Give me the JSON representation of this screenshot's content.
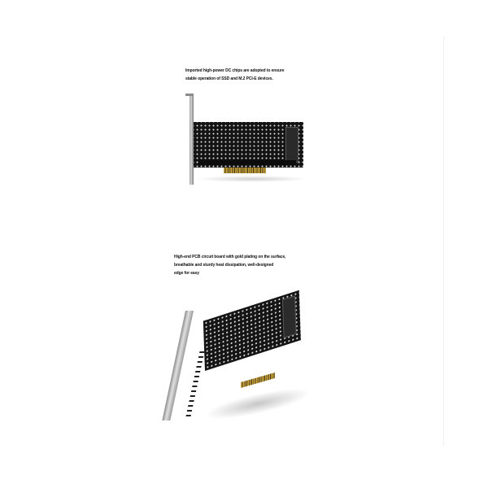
{
  "sections": [
    {
      "caption_lines": [
        "Imported high-power DC chips are adopted to ensure",
        "stable operation of SSD and M.2 PCI-E devices."
      ],
      "image": "nvme-pcie-adapter-card-front-icon"
    },
    {
      "caption_lines": [
        "High-end PCB circuit board with gold plating on the surface,",
        "breathable and sturdy heat dissipation, well-designed",
        "edge for easy"
      ],
      "image": "nvme-pcie-adapter-card-angled-icon"
    }
  ],
  "colors": {
    "background": "#ffffff",
    "pcb": "#141414",
    "gold_contacts": "#c9a33a",
    "bracket": "#b0b0b0",
    "text": "#111111"
  }
}
